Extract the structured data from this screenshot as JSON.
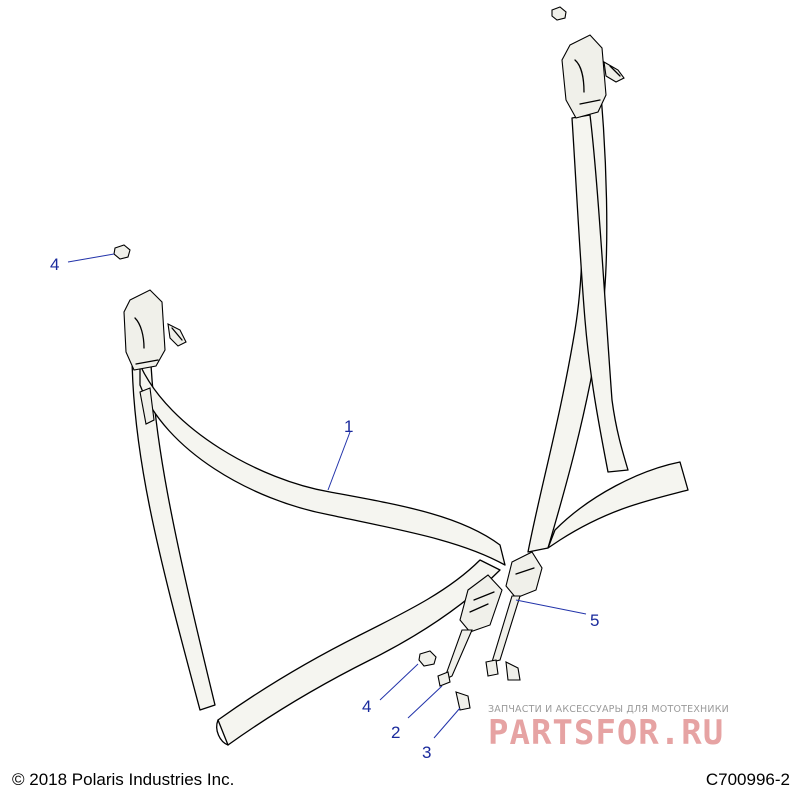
{
  "diagram": {
    "callouts": {
      "c1": "1",
      "c2": "2",
      "c3": "3",
      "c4_top": "4",
      "c4_bottom": "4",
      "c5": "5"
    }
  },
  "footer": {
    "copyright": "© 2018 Polaris Industries Inc.",
    "drawing_number": "C700996-2"
  },
  "watermark": {
    "tagline": "ЗАПЧАСТИ И АКСЕССУАРЫ ДЛЯ МОТОТЕХНИКИ",
    "brand": "PARTSFOR.RU"
  },
  "colors": {
    "callout": "#1a2a9c",
    "watermark_brand": "#e6a3a3",
    "watermark_tagline": "#9a9a9a"
  }
}
